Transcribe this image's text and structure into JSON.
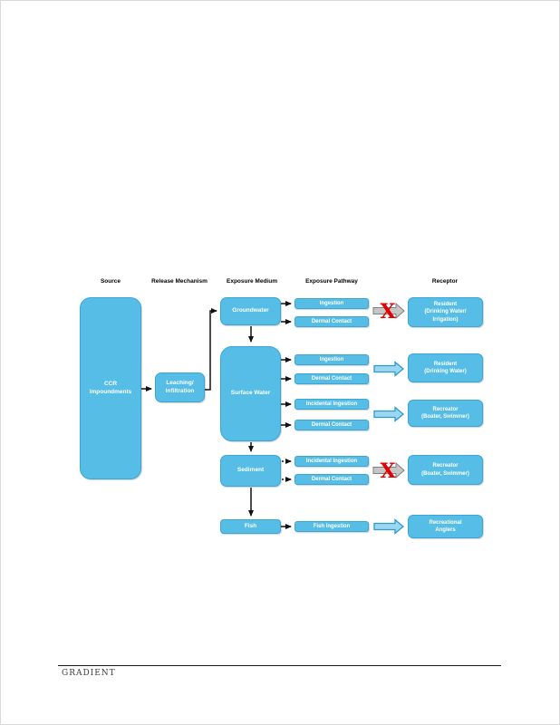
{
  "colors": {
    "box_blue": "#56BEE6",
    "box_border": "#3BA6D2",
    "arrow_blue_fill": "#9BD7F2",
    "arrow_blue_stroke": "#2E9BC9",
    "arrow_gray_fill": "#C6C6C6",
    "arrow_gray_stroke": "#7F7F7F",
    "x_red": "#E00000",
    "connector_black": "#111111"
  },
  "column_headers": [
    "Source",
    "Release Mechanism",
    "Exposure Medium",
    "Exposure Pathway",
    "Receptor"
  ],
  "source_box": {
    "label": "CCR\nImpoundments"
  },
  "release_box": {
    "label": "Leaching/\nInfiltration"
  },
  "medium_boxes": [
    {
      "id": "groundwater",
      "label": "Groundwater"
    },
    {
      "id": "surface-water",
      "label": "Surface Water"
    },
    {
      "id": "sediment",
      "label": "Sediment"
    },
    {
      "id": "fish",
      "label": "Fish"
    }
  ],
  "pathway_boxes": [
    {
      "id": "gw-ingestion",
      "label": "Ingestion"
    },
    {
      "id": "gw-dermal-contact",
      "label": "Dermal Contact"
    },
    {
      "id": "sw-ingestion",
      "label": "Ingestion"
    },
    {
      "id": "sw-dermal-contact",
      "label": "Dermal Contact"
    },
    {
      "id": "sw-incidental-ingestion",
      "label": "Incidental Ingestion"
    },
    {
      "id": "sw-dermal-contact-2",
      "label": "Dermal Contact"
    },
    {
      "id": "sed-incidental-ingestion",
      "label": "Incidental Ingestion"
    },
    {
      "id": "sed-dermal-contact",
      "label": "Dermal Contact"
    },
    {
      "id": "fish-ingestion",
      "label": "Fish Ingestion"
    }
  ],
  "receptor_boxes": [
    {
      "id": "resident-drinking-irrigation",
      "label": "Resident\n(Drinking Water/\nIrrigation)",
      "blocked": true
    },
    {
      "id": "resident-drinking",
      "label": "Resident\n(Drinking Water)",
      "blocked": false
    },
    {
      "id": "recreator-boater-swimmer-1",
      "label": "Recreator\n(Boater, Swimmer)",
      "blocked": false
    },
    {
      "id": "recreator-boater-swimmer-2",
      "label": "Recreator\n(Boater, Swimmer)",
      "blocked": true
    },
    {
      "id": "recreational-anglers",
      "label": "Recreational\nAnglers",
      "blocked": false
    }
  ],
  "blocked_marker": "X",
  "footer": {
    "logo": "GRADIENT"
  }
}
